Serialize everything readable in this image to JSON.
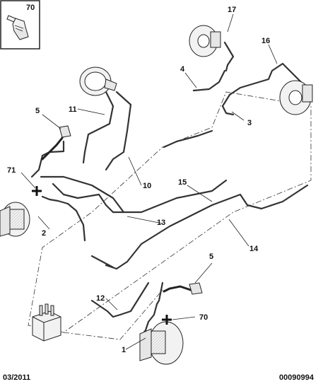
{
  "inset": {
    "part_number": "70"
  },
  "callouts": [
    {
      "id": "17",
      "text": "17"
    },
    {
      "id": "16",
      "text": "16"
    },
    {
      "id": "4",
      "text": "4"
    },
    {
      "id": "3",
      "text": "3"
    },
    {
      "id": "5a",
      "text": "5"
    },
    {
      "id": "11",
      "text": "11"
    },
    {
      "id": "10",
      "text": "10"
    },
    {
      "id": "71",
      "text": "71"
    },
    {
      "id": "15",
      "text": "15"
    },
    {
      "id": "13",
      "text": "13"
    },
    {
      "id": "2",
      "text": "2"
    },
    {
      "id": "14",
      "text": "14"
    },
    {
      "id": "5b",
      "text": "5"
    },
    {
      "id": "12",
      "text": "12"
    },
    {
      "id": "70",
      "text": "70"
    },
    {
      "id": "1",
      "text": "1"
    }
  ],
  "footer": {
    "date": "03/2011",
    "code": "00090994"
  },
  "colors": {
    "line": "#333333",
    "part_fill": "#f2f2f2",
    "part_stroke": "#222222"
  }
}
